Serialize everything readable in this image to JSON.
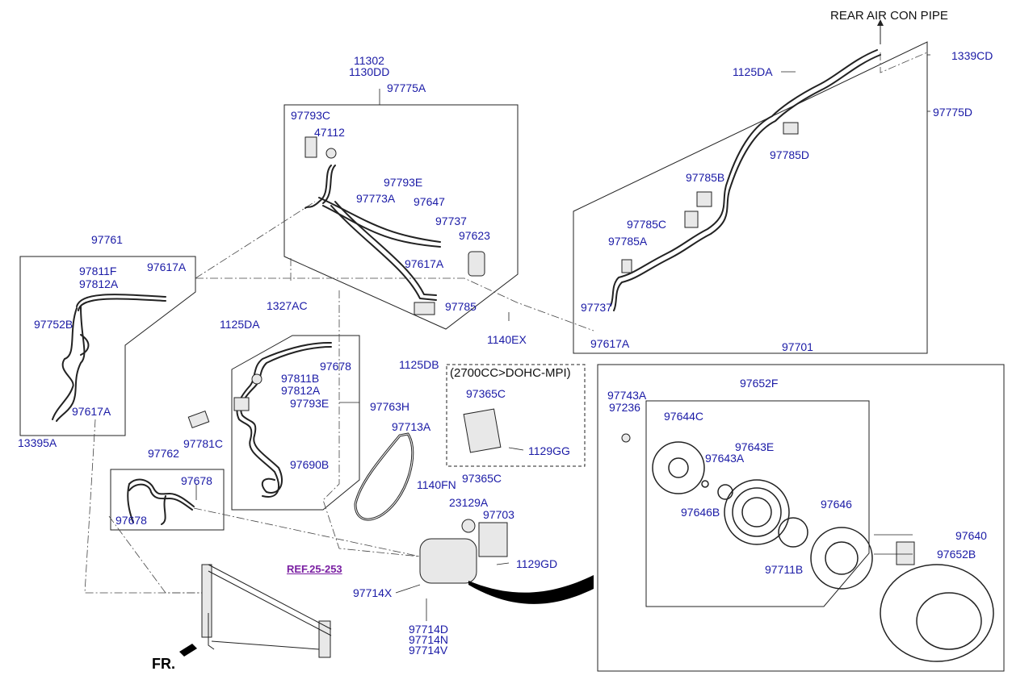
{
  "diagram": {
    "top_note": "REAR AIR CON PIPE",
    "engine_note": "(2700CC>DOHC-MPI)",
    "reference": "REF.25-253",
    "direction": "FR.",
    "colors": {
      "label": "#1a1aa6",
      "line": "#222222",
      "ref": "#7a1fa2"
    },
    "labels": {
      "p11302": "11302",
      "p1130DD": "1130DD",
      "p97775A": "97775A",
      "p97793C": "97793C",
      "p47112": "47112",
      "p97793E_top": "97793E",
      "p97773A": "97773A",
      "p97647": "97647",
      "p97737_mid": "97737",
      "p97623": "97623",
      "p97617A_mid": "97617A",
      "p97785": "97785",
      "p1327AC": "1327AC",
      "p1140EX": "1140EX",
      "p1125DB": "1125DB",
      "p97761": "97761",
      "p97811F": "97811F",
      "p97812A_left": "97812A",
      "p97617A_left": "97617A",
      "p97752B": "97752B",
      "p97617A_leftbot": "97617A",
      "p13395A": "13395A",
      "p1125DA_left": "1125DA",
      "p97678_top": "97678",
      "p97811B": "97811B",
      "p97812A_mid": "97812A",
      "p97793E_mid": "97793E",
      "p97763H": "97763H",
      "p97781C": "97781C",
      "p97762": "97762",
      "p97690B": "97690B",
      "p97678_b1": "97678",
      "p97678_b2": "97678",
      "p97713A": "97713A",
      "p97365C_a": "97365C",
      "p1129GG": "1129GG",
      "p1140FN": "1140FN",
      "p97365C_b": "97365C",
      "p23129A": "23129A",
      "p97703": "97703",
      "p1129GD": "1129GD",
      "p97714X": "97714X",
      "p97714D": "97714D",
      "p97714N": "97714N",
      "p97714V": "97714V",
      "p1125DA_right": "1125DA",
      "p1339CD": "1339CD",
      "p97775D": "97775D",
      "p97785D": "97785D",
      "p97785B": "97785B",
      "p97785C": "97785C",
      "p97785A": "97785A",
      "p97737_right": "97737",
      "p97617A_right": "97617A",
      "p97701": "97701",
      "p97652F": "97652F",
      "p97743A": "97743A",
      "p97236": "97236",
      "p97644C": "97644C",
      "p97643E": "97643E",
      "p97643A": "97643A",
      "p97646B": "97646B",
      "p97646": "97646",
      "p97711B": "97711B",
      "p97640": "97640",
      "p97652B": "97652B"
    }
  }
}
